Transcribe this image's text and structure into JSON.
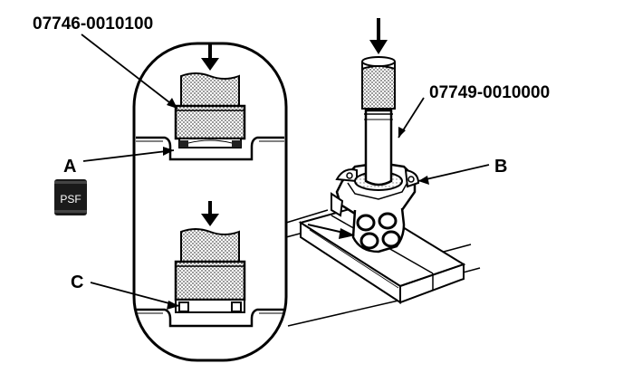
{
  "labels": {
    "tool_top_left": "07746-0010100",
    "tool_right": "07749-0010000",
    "A": "A",
    "B": "B",
    "C": "C"
  },
  "psf_icon": {
    "text": "PSF",
    "color": "#1a1a1a"
  },
  "icons": [
    "press-arrow-icon",
    "psf-fluid-icon"
  ]
}
